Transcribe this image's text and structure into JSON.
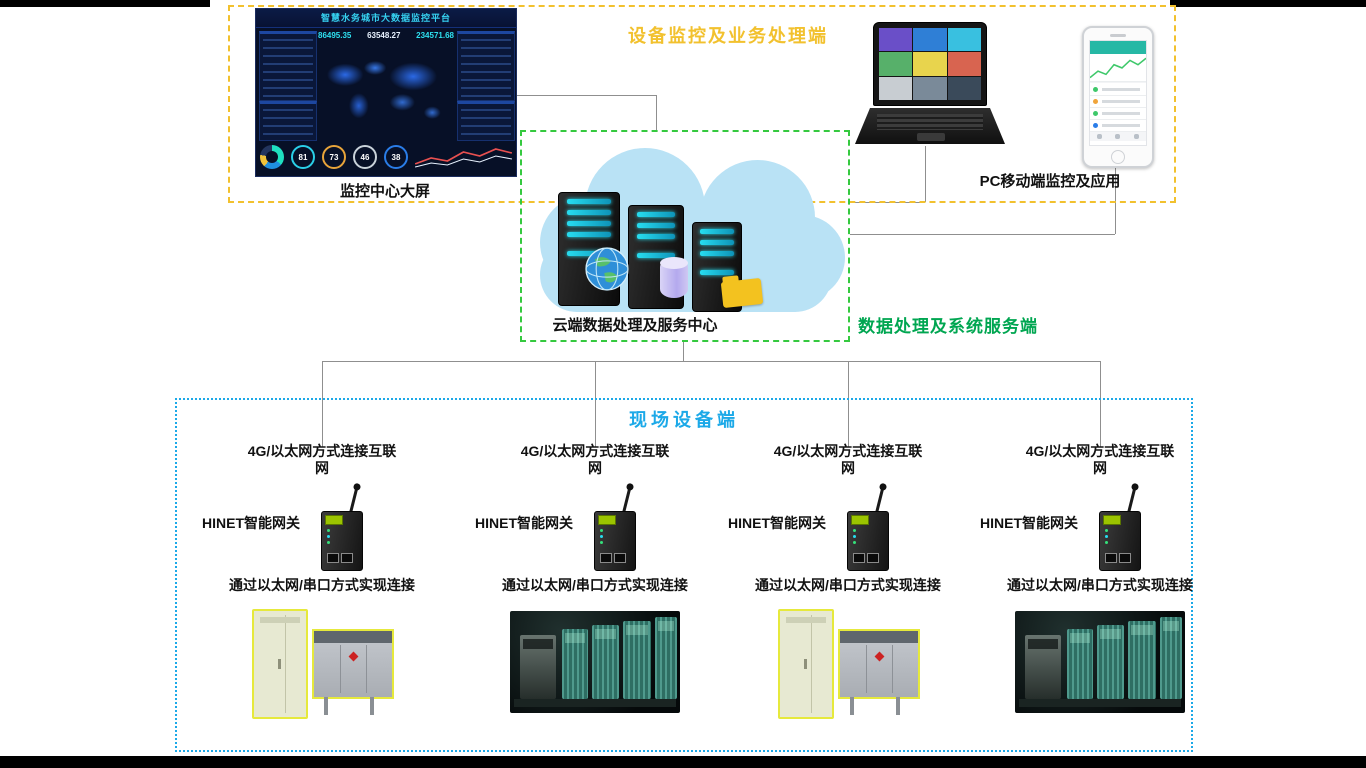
{
  "zones": {
    "top": {
      "title": "设备监控及业务处理端",
      "dashboard_label": "监控中心大屏",
      "pc_mobile_label": "PC移动端监控及应用"
    },
    "cloud": {
      "label": "云端数据处理及服务中心",
      "side_label": "数据处理及系统服务端"
    },
    "field": {
      "title": "现场设备端",
      "columns": [
        {
          "net_label": "4G/以太网方式连接互联网",
          "gateway_label": "HINET智能网关",
          "conn_label": "通过以太网/串口方式实现连接",
          "device": "control-cabinet"
        },
        {
          "net_label": "4G/以太网方式连接互联网",
          "gateway_label": "HINET智能网关",
          "conn_label": "通过以太网/串口方式实现连接",
          "device": "plc-rack"
        },
        {
          "net_label": "4G/以太网方式连接互联网",
          "gateway_label": "HINET智能网关",
          "conn_label": "通过以太网/串口方式实现连接",
          "device": "control-cabinet"
        },
        {
          "net_label": "4G/以太网方式连接互联网",
          "gateway_label": "HINET智能网关",
          "conn_label": "通过以太网/串口方式实现连接",
          "device": "plc-rack"
        }
      ]
    }
  },
  "dashboard": {
    "title": "智慧水务城市大数据监控平台",
    "stats": [
      "86495.35",
      "63548.27",
      "234571.68"
    ],
    "gauges": [
      "81",
      "73",
      "46",
      "38"
    ]
  },
  "colors": {
    "top_zone_border": "#f2c12e",
    "cloud_zone_border": "#35c93f",
    "field_zone_border": "#1ca9e8",
    "top_title": "#f2c12e",
    "side_label": "#00a651",
    "field_title": "#1ca9e8",
    "server_led": "#27ddf0"
  }
}
